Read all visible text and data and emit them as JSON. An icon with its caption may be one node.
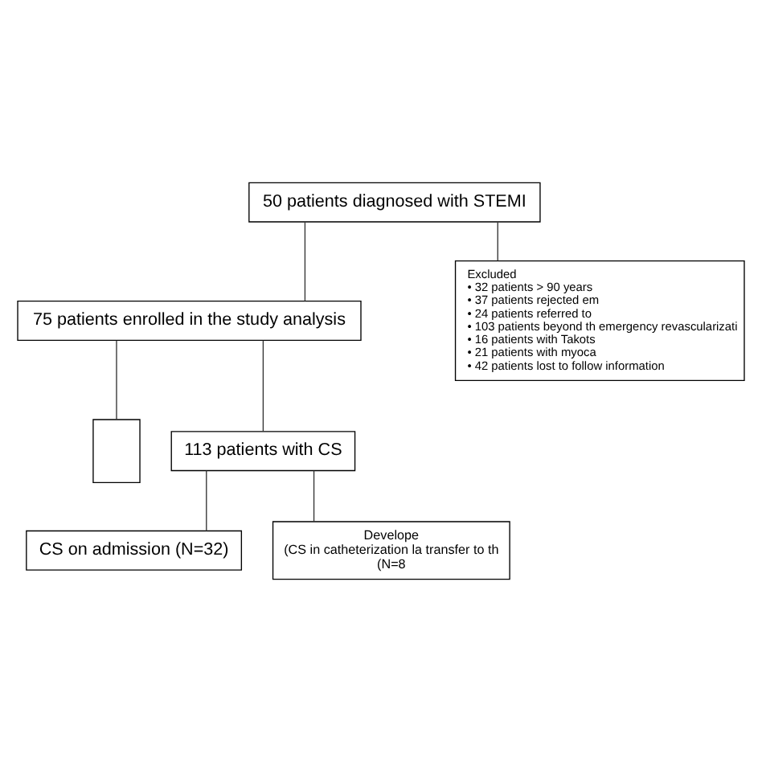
{
  "diagram": {
    "nodes": [
      {
        "text": [
          "50 patients diagnosed with STEMI"
        ]
      },
      {
        "text": [
          "Excluded",
          "• 32 patients > 90 years",
          "• 37 patients rejected em",
          "• 24 patients referred to",
          "• 103 patients beyond th emergency revascularizati",
          "• 16 patients with Takots",
          "• 21 patients with myoca",
          "• 42 patients lost to follow information"
        ]
      },
      {
        "text": [
          "75 patients enrolled in the study analysis"
        ]
      },
      {
        "text": [],
        "shape": "box"
      },
      {
        "text": [
          "113 patients with CS"
        ]
      },
      {
        "text": [
          "CS on admission (N=32)"
        ]
      },
      {
        "text": [
          "Develope",
          "(CS in catheterization la transfer to th",
          "(N=8"
        ]
      }
    ],
    "edges": [
      {
        "from": 0,
        "to": 2,
        "arrow": "none"
      },
      {
        "from": 0,
        "to": 1,
        "arrow": "none"
      },
      {
        "from": 2,
        "to": 3,
        "arrow": "none"
      },
      {
        "from": 2,
        "to": 4,
        "arrow": "none"
      },
      {
        "from": 4,
        "to": 5,
        "arrow": "none"
      },
      {
        "from": 4,
        "to": 6,
        "arrow": "none"
      }
    ]
  }
}
